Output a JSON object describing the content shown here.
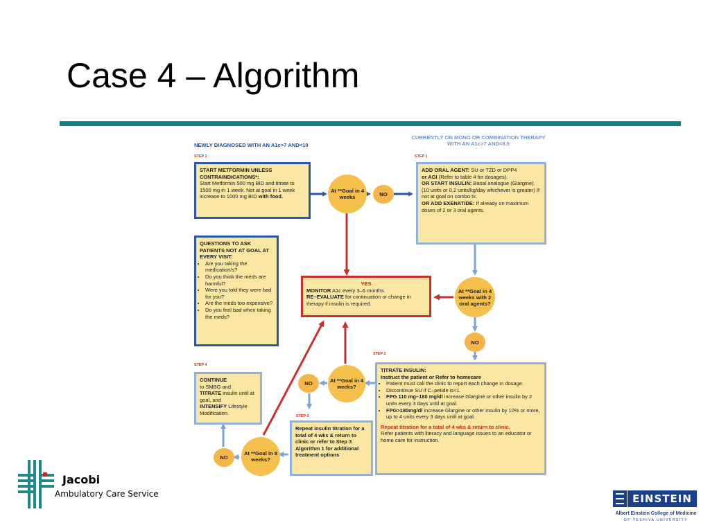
{
  "slide": {
    "title": "Case 4 – Algorithm"
  },
  "colors": {
    "teal_rule": "#0f7f7f",
    "box_fill": "#fbe7a3",
    "circle_fill": "#f5c04c",
    "dark_blue": "#2a57a6",
    "light_blue": "#8fb1da",
    "red": "#c9302c"
  },
  "flowchart": {
    "header_left": "NEWLY DIAGNOSED WITH AN A1c>7 AND<10",
    "header_right": "CURRENTLY ON MONO OR COMBINATION THERAPY WITH AN A1c>7 AND<8.5",
    "step1_left": "STEP 1",
    "step1_right": "STEP 1",
    "step2": "STEP 2",
    "step3": "STEP 3",
    "step4": "STEP 4",
    "metformin": {
      "title": "START METFORMIN UNLESS CONTRAINDICATIONS*:",
      "body": "Start Metformin 500 mg BID and titrate to 1500 mg in 1 week. Not at goal in 1 week increase to 1000 mg BID",
      "tail": "with food."
    },
    "oral_agent": {
      "l1_bold": "ADD ORAL AGENT:",
      "l1_rest": "SU or TZD or DPP4",
      "l2_bold": "or AGI",
      "l2_rest": "(Refer to table 4 for dosages).",
      "l3_bold": "OR START INSULIN:",
      "l3_rest": "Basal analogue (Glargine).",
      "l4": "(10 units or 0.2 units/kg/day whichever is greater) If not at goal on combo tx.",
      "l5_bold": "OR ADD EXENATIDE:",
      "l5_rest": "If already on maximum doses of 2 or 3 oral agents."
    },
    "questions": {
      "title": "QUESTIONS TO ASK PATIENTS NOT AT GOAL AT EVERY VISIT:",
      "items": [
        "Are you taking the medication/s?",
        "Do you think the meds are harmful?",
        "Were you told they were bad for you?",
        "Are the meds too expensive?",
        "Do you feel bad when taking the meds?"
      ]
    },
    "monitor": {
      "yes": "YES",
      "m_bold": "MONITOR",
      "m_rest": "A1c every 3–6 months.",
      "r_bold": "RE–EVALUATE",
      "r_rest": "for continuation or change in therapy if insulin is required."
    },
    "circles": {
      "goal_4wk": "At **Goal in 4 weeks",
      "goal_4wk_oral": "At **Goal in 4 weeks with 2 oral agents?",
      "goal_4wk_q": "At **Goal in 4 weeks?",
      "goal_8wk": "At **Goal in 8 weeks?",
      "no": "NO"
    },
    "titrate": {
      "title": "TITRATE INSULIN:",
      "sub": "Instruct the patient or Refer to homecare",
      "items": [
        "Patient must call the clinic to report each change in dosage.",
        "Discontinue SU if C–petide is<1."
      ],
      "fpg1_bold": "FPG 110 mg–180 mg/dl",
      "fpg1_rest": "increase Glargine or other insulin by 2 units every 3 days until at goal.",
      "fpg2_bold": "FPG>180mg/dl",
      "fpg2_rest": "increase Glargine or other insulin by 10% or more, up to 4 units every 3 days until at goal.",
      "repeat": "Repeat titration for a total of 4 wks & return to clinic.",
      "refer": "Refer patients with literacy and language issues to an educator or home care for instruction."
    },
    "repeat_box": "Repeat insulin titration for a total of 4 wks & return to clinic or refer to Step 3 Algorithm 1 for additional treatment options",
    "continue_box": {
      "c_bold": "CONTINUE",
      "c_rest": "to SMBG and",
      "t_bold": "TITRATE",
      "t_rest": "insulin until at goal, and",
      "i_bold": "INTENSIFY",
      "i_rest": "Lifestyle Modification."
    }
  },
  "footer": {
    "jacobi_name": "Jacobi",
    "jacobi_sub": "Ambulatory Care Service",
    "einstein_word": "EINSTEIN",
    "einstein_sub": "Albert Einstein College of Medicine",
    "einstein_sub2": "OF YESHIVA UNIVERSITY"
  }
}
